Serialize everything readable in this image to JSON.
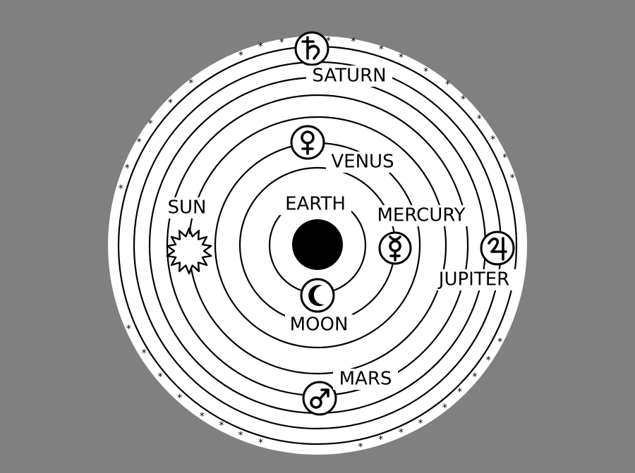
{
  "colors": {
    "background": "#808080",
    "ink": "#000000",
    "paper": "#ffffff"
  },
  "labels": {
    "saturn": "SATURN",
    "venus": "VENUS",
    "sun": "SUN",
    "earth": "EARTH",
    "mercury": "MERCURY",
    "jupiter": "JUPITER",
    "moon": "MOON",
    "mars": "MARS"
  },
  "symbols": {
    "saturn": "saturn-icon",
    "venus": "venus-icon",
    "sun": "sun-icon",
    "earth": "earth-disc",
    "mercury": "mercury-icon",
    "jupiter": "jupiter-icon",
    "moon": "moon-icon",
    "mars": "mars-icon"
  },
  "stars_glyph": "*"
}
